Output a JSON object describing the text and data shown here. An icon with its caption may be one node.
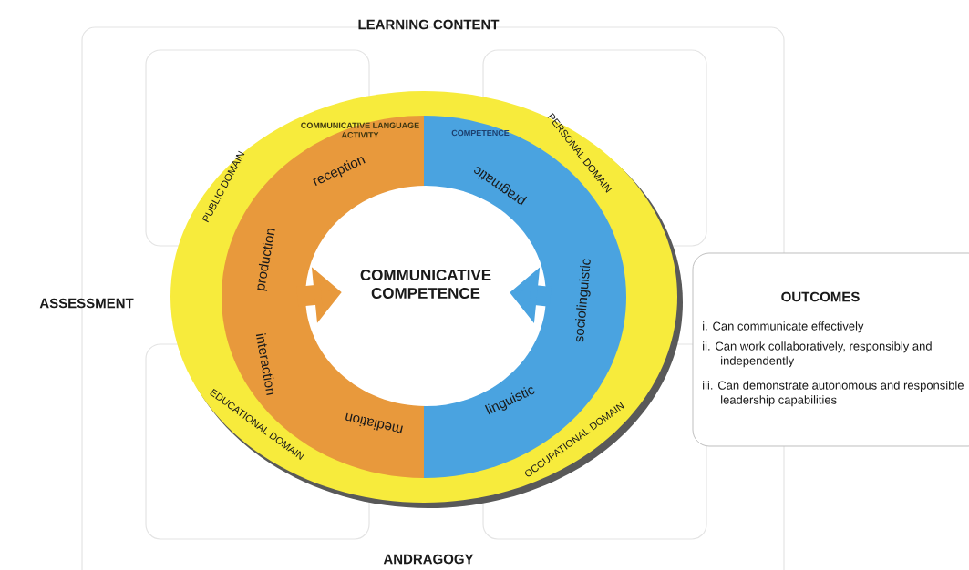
{
  "diagram": {
    "nodes": [
      {
        "text": [
          "PUBLIC DOMAIN",
          "PERSONAL DOMAIN",
          "EDUCATIONAL DOMAIN",
          "OCCUPATIONAL DOMAIN"
        ]
      },
      {
        "text": [
          "COMMUNICATIVE LANGUAGE ACTIVITY",
          "reception",
          "production",
          "interaction",
          "mediation"
        ],
        "in": 0
      },
      {
        "text": [
          "COMPETENCE",
          "pragmatic",
          "sociolinguistic",
          "linguistic"
        ],
        "in": 0
      },
      {
        "text": [
          "COMMUNICATIVE COMPETENCE"
        ],
        "in": 0
      },
      {
        "text": [
          "OUTCOMES",
          "i. Can communicate effectively",
          "ii. Can work collaboratively, responsibly and independently",
          "iii. Can demonstrate autonomous and responsible leadership capabilities"
        ]
      }
    ],
    "edges": [
      {
        "from": 1,
        "to": 3,
        "arrow": "to",
        "color": "#e8993c"
      },
      {
        "from": 2,
        "to": 3,
        "arrow": "to",
        "color": "#4aa3e0"
      }
    ],
    "labels": [
      "LEARNING CONTENT",
      "ASSESSMENT",
      "ANDRAGOGY"
    ]
  }
}
